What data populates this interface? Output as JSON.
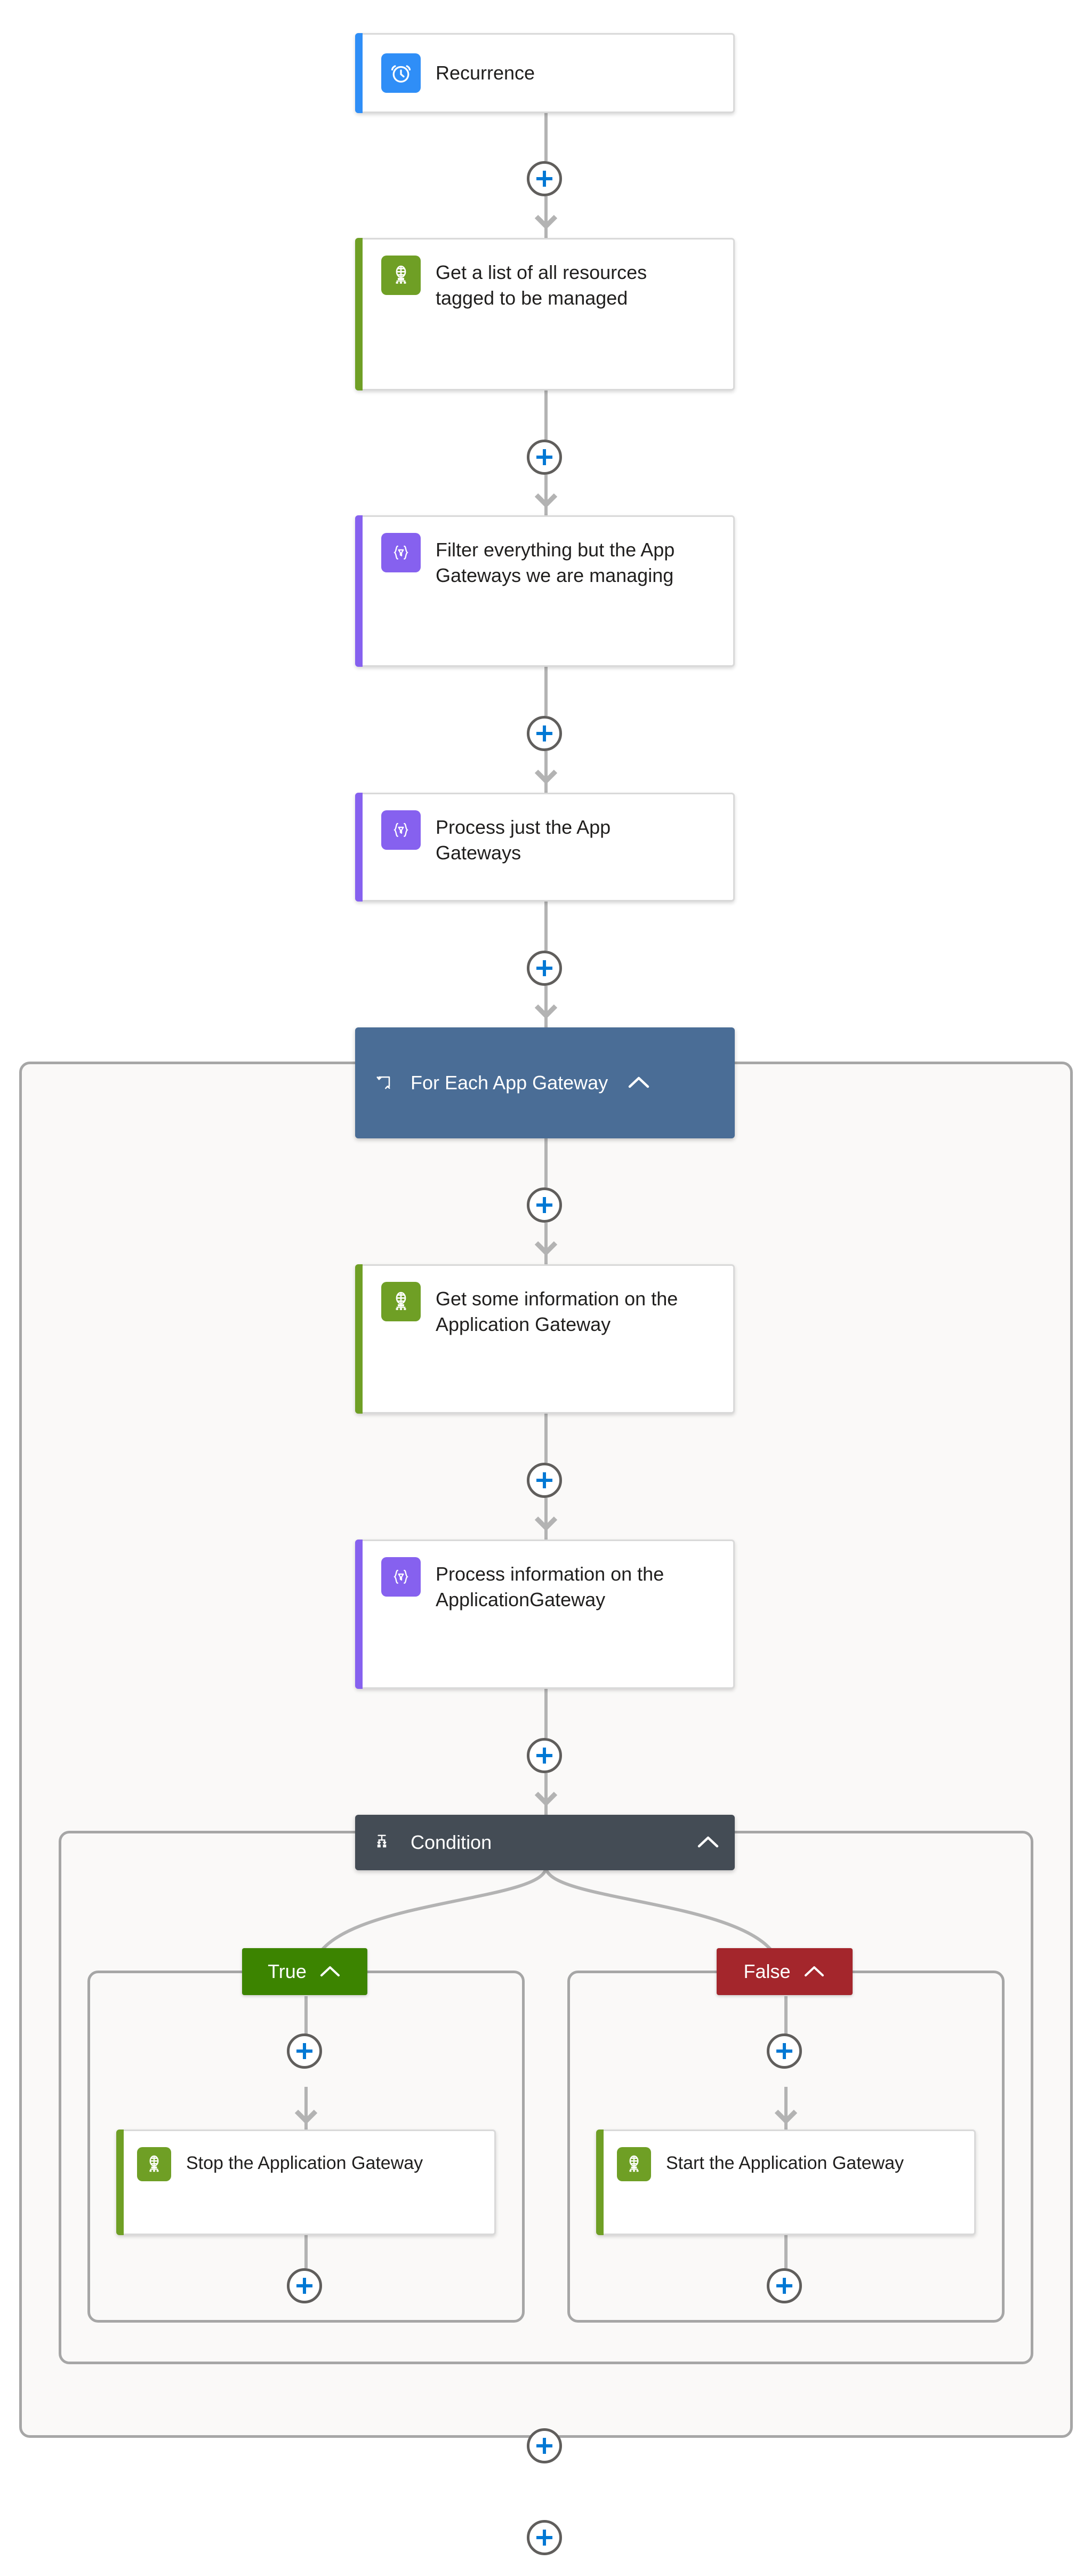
{
  "colors": {
    "recurrence_blue": "#2f8ef7",
    "azure_green": "#6f9f25",
    "dataops_purple": "#8661ef",
    "foreach_header": "#4a6d96",
    "condition_header": "#444c55",
    "true_green": "#3c8400",
    "false_red": "#a4262c",
    "plus_blue": "#0078d4",
    "connector_gray": "#b3b3b3",
    "scope_border": "#a6a6a6",
    "scope_fill": "#faf9f8"
  },
  "workflow": {
    "trigger": {
      "id": "recurrence",
      "label": "Recurrence",
      "icon": "alarm-clock-icon",
      "accent": "#2f8ef7",
      "icon_bg": "#2f8ef7"
    },
    "steps": [
      {
        "id": "get-list-resources",
        "label": "Get a list of all resources tagged to be managed",
        "icon": "azure-resource-manager-icon",
        "accent": "#6f9f25",
        "icon_bg": "#6f9f25"
      },
      {
        "id": "filter-app-gateways",
        "label": "Filter everything but the App Gateways we are managing",
        "icon": "data-operations-filter-icon",
        "accent": "#8661ef",
        "icon_bg": "#8661ef"
      },
      {
        "id": "process-app-gateways",
        "label": "Process just the App Gateways",
        "icon": "data-operations-filter-icon",
        "accent": "#8661ef",
        "icon_bg": "#8661ef"
      }
    ],
    "foreach": {
      "id": "for-each-app-gateway",
      "label": "For Each App Gateway",
      "icon": "loop-icon",
      "chevron": "chevron-up-icon",
      "header_bg": "#4a6d96",
      "steps": [
        {
          "id": "get-some-information",
          "label": "Get some information on the Application Gateway",
          "icon": "azure-resource-manager-icon",
          "accent": "#6f9f25",
          "icon_bg": "#6f9f25"
        },
        {
          "id": "process-information",
          "label": "Process information on the ApplicationGateway",
          "icon": "data-operations-filter-icon",
          "accent": "#8661ef",
          "icon_bg": "#8661ef"
        }
      ],
      "condition": {
        "id": "condition",
        "label": "Condition",
        "icon": "condition-branch-icon",
        "chevron": "chevron-up-icon",
        "header_bg": "#444c55",
        "branches": [
          {
            "id": "true-branch",
            "label": "True",
            "bg": "#3c8400",
            "chevron": "chevron-up-icon",
            "action": {
              "id": "stop-application-gateway",
              "label": "Stop the Application Gateway",
              "icon": "azure-resource-manager-icon",
              "accent": "#6f9f25",
              "icon_bg": "#6f9f25"
            }
          },
          {
            "id": "false-branch",
            "label": "False",
            "bg": "#a4262c",
            "chevron": "chevron-up-icon",
            "action": {
              "id": "start-application-gateway",
              "label": "Start the Application Gateway",
              "icon": "azure-resource-manager-icon",
              "accent": "#6f9f25",
              "icon_bg": "#6f9f25"
            }
          }
        ]
      }
    },
    "add_buttons": [
      {
        "id": "add-after-recurrence",
        "label": "+"
      },
      {
        "id": "add-after-get-list",
        "label": "+"
      },
      {
        "id": "add-after-filter",
        "label": "+"
      },
      {
        "id": "add-after-process",
        "label": "+"
      },
      {
        "id": "add-after-foreach-header",
        "label": "+"
      },
      {
        "id": "add-after-get-some-info",
        "label": "+"
      },
      {
        "id": "add-after-process-info",
        "label": "+"
      },
      {
        "id": "add-in-true-branch-top",
        "label": "+"
      },
      {
        "id": "add-in-true-branch-bottom",
        "label": "+"
      },
      {
        "id": "add-in-false-branch-top",
        "label": "+"
      },
      {
        "id": "add-in-false-branch-bottom",
        "label": "+"
      },
      {
        "id": "add-after-condition",
        "label": "+"
      },
      {
        "id": "add-after-foreach",
        "label": "+"
      }
    ]
  }
}
